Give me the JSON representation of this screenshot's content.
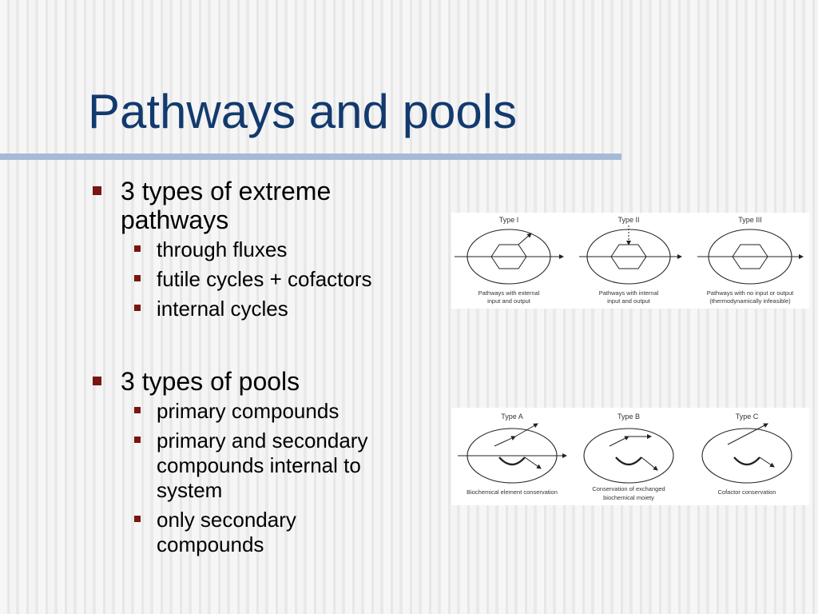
{
  "slide": {
    "title": "Pathways and pools",
    "sections": [
      {
        "heading_line1": "3 types of extreme",
        "heading_line2": "pathways",
        "items": [
          {
            "lines": [
              "through fluxes"
            ]
          },
          {
            "lines": [
              "futile cycles + cofactors"
            ]
          },
          {
            "lines": [
              "internal cycles"
            ]
          }
        ]
      },
      {
        "heading_line1": "3 types of pools",
        "items": [
          {
            "lines": [
              "primary compounds"
            ]
          },
          {
            "lines": [
              "primary and secondary",
              "compounds internal to",
              "system"
            ]
          },
          {
            "lines": [
              "only secondary",
              "compounds"
            ]
          }
        ]
      }
    ]
  },
  "pathway_figure": {
    "panels": [
      {
        "type": "Type I",
        "caption_line1": "Pathways with external",
        "caption_line2": "input and output"
      },
      {
        "type": "Type II",
        "caption_line1": "Pathways with internal",
        "caption_line2": "input and output"
      },
      {
        "type": "Type III",
        "caption_line1": "Pathways with no input or output",
        "caption_line2": "(thermodynamically infeasible)"
      }
    ]
  },
  "pool_figure": {
    "panels": [
      {
        "type": "Type A",
        "caption_line1": "Biochemical element conservation",
        "caption_line2": ""
      },
      {
        "type": "Type B",
        "caption_line1": "Conservation of exchanged",
        "caption_line2": "biochemical moiety"
      },
      {
        "type": "Type C",
        "caption_line1": "Cofactor conservation",
        "caption_line2": ""
      }
    ]
  },
  "colors": {
    "title": "#123a6e",
    "rule": "#a6bad7",
    "bullet": "#7a1512"
  }
}
